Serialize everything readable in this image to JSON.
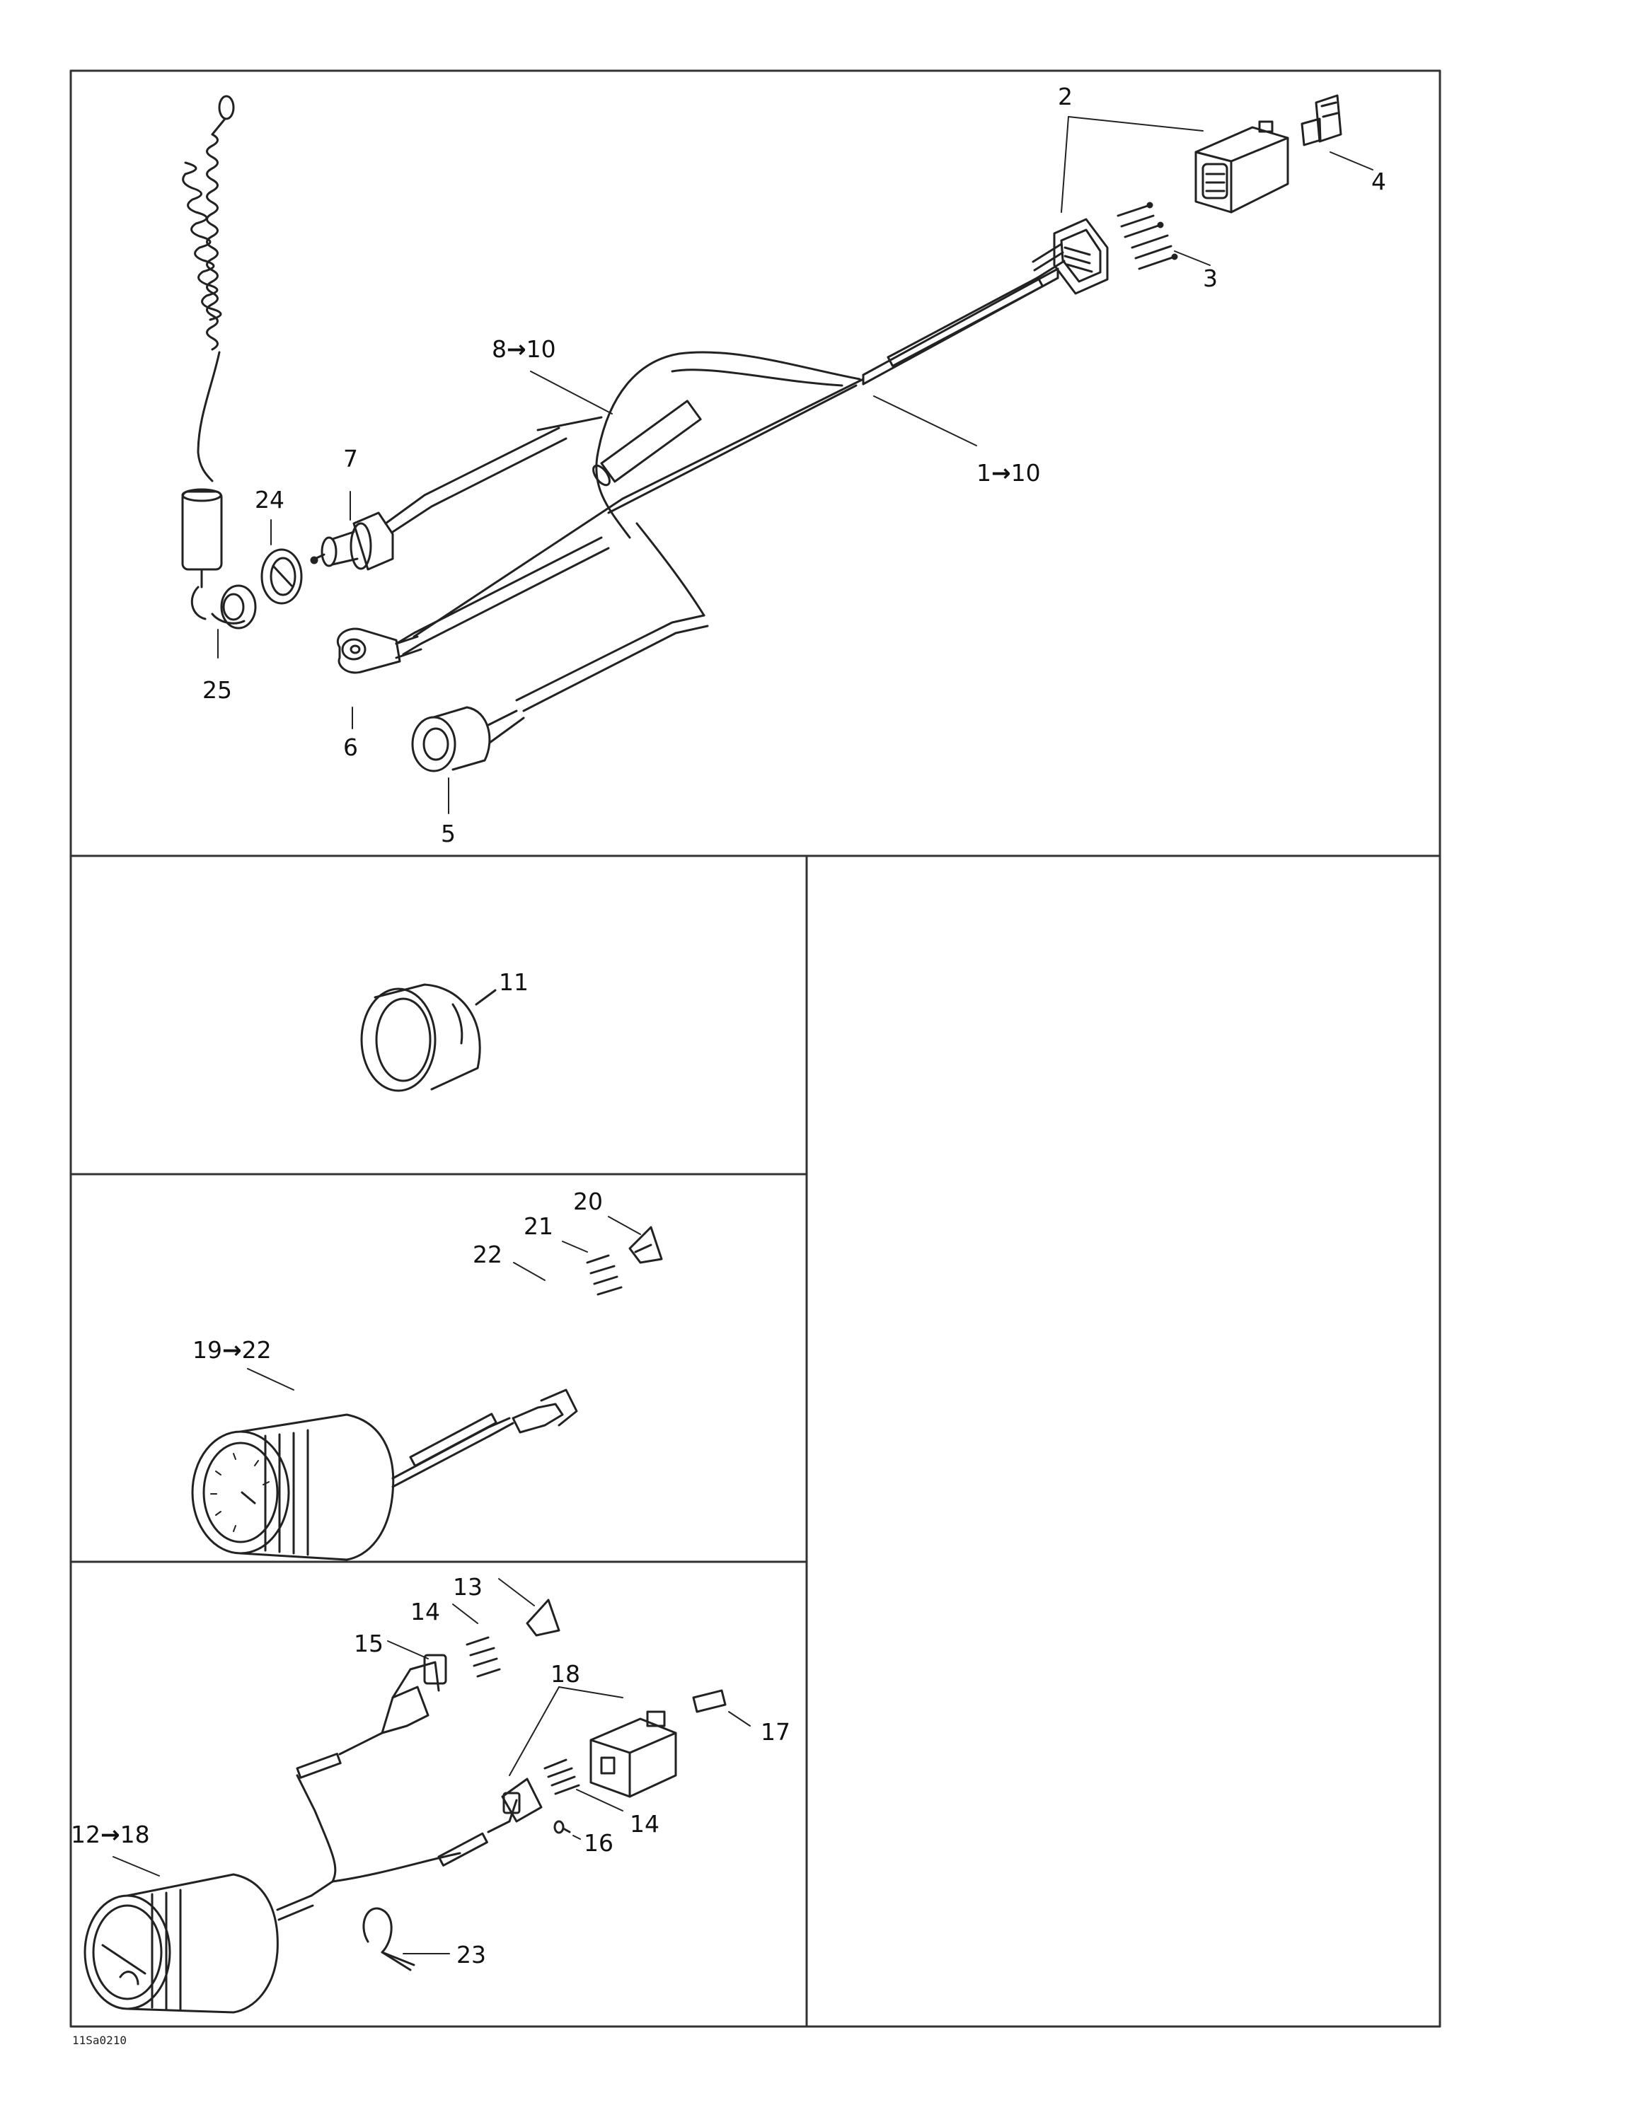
{
  "figure_code": "11Sa0210",
  "arrow": "→",
  "callouts": {
    "c1": {
      "from": "1",
      "to": "10"
    },
    "c2": "2",
    "c3": "3",
    "c4": "4",
    "c5": "5",
    "c6": "6",
    "c7": "7",
    "c8": {
      "from": "8",
      "to": "10"
    },
    "c11": "11",
    "c12": {
      "from": "12",
      "to": "18"
    },
    "c13": "13",
    "c14a": "14",
    "c14b": "14",
    "c15": "15",
    "c16": "16",
    "c17": "17",
    "c18": "18",
    "c19": {
      "from": "19",
      "to": "22"
    },
    "c20": "20",
    "c21": "21",
    "c22": "22",
    "c23": "23",
    "c24": "24",
    "c25": "25"
  },
  "parts": [
    {
      "name": "main-wiring-harness"
    },
    {
      "name": "harness-connector-housing"
    },
    {
      "name": "connector-pins"
    },
    {
      "name": "connector-lock"
    },
    {
      "name": "switch-sensor"
    },
    {
      "name": "ring-terminal"
    },
    {
      "name": "safety-lanyard-switch"
    },
    {
      "name": "lanyard-cord-and-cap"
    },
    {
      "name": "gauge-bezel-ring"
    },
    {
      "name": "speedometer-gauge"
    },
    {
      "name": "fuel-gauge"
    },
    {
      "name": "cable-tie"
    }
  ]
}
